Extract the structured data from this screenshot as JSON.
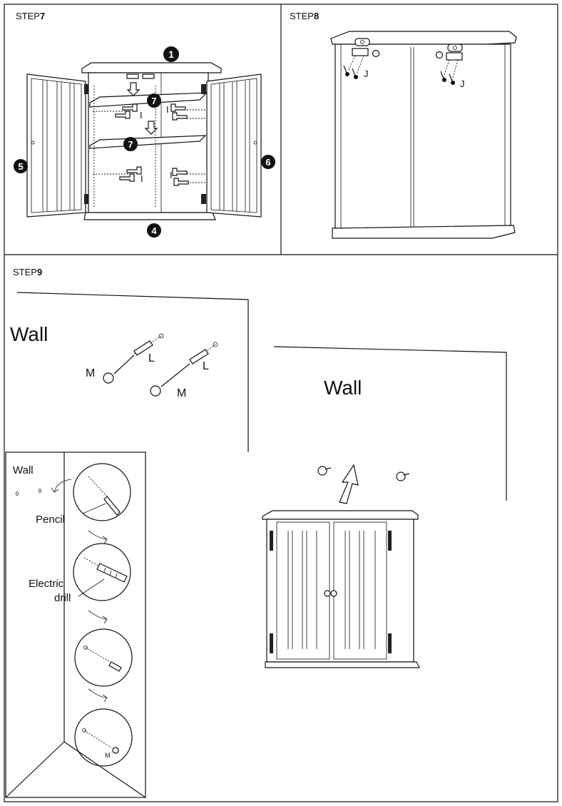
{
  "step7": {
    "label_prefix": "STEP",
    "number": "7",
    "callouts": {
      "top": "1",
      "shelf_upper": "7",
      "shelf_lower": "7",
      "left_door": "5",
      "right_door": "6",
      "bottom": "4"
    },
    "part_letter": "I"
  },
  "step8": {
    "label_prefix": "STEP",
    "number": "8",
    "part_letter": "J"
  },
  "step9": {
    "label_prefix": "STEP",
    "number": "9",
    "wall_left": "Wall",
    "wall_right": "Wall",
    "screw": "M",
    "anchor": "L"
  },
  "inset": {
    "wall": "Wall",
    "pencil": "Pencil",
    "drill_line1": "Electric",
    "drill_line2": "drill",
    "screw": "M"
  }
}
